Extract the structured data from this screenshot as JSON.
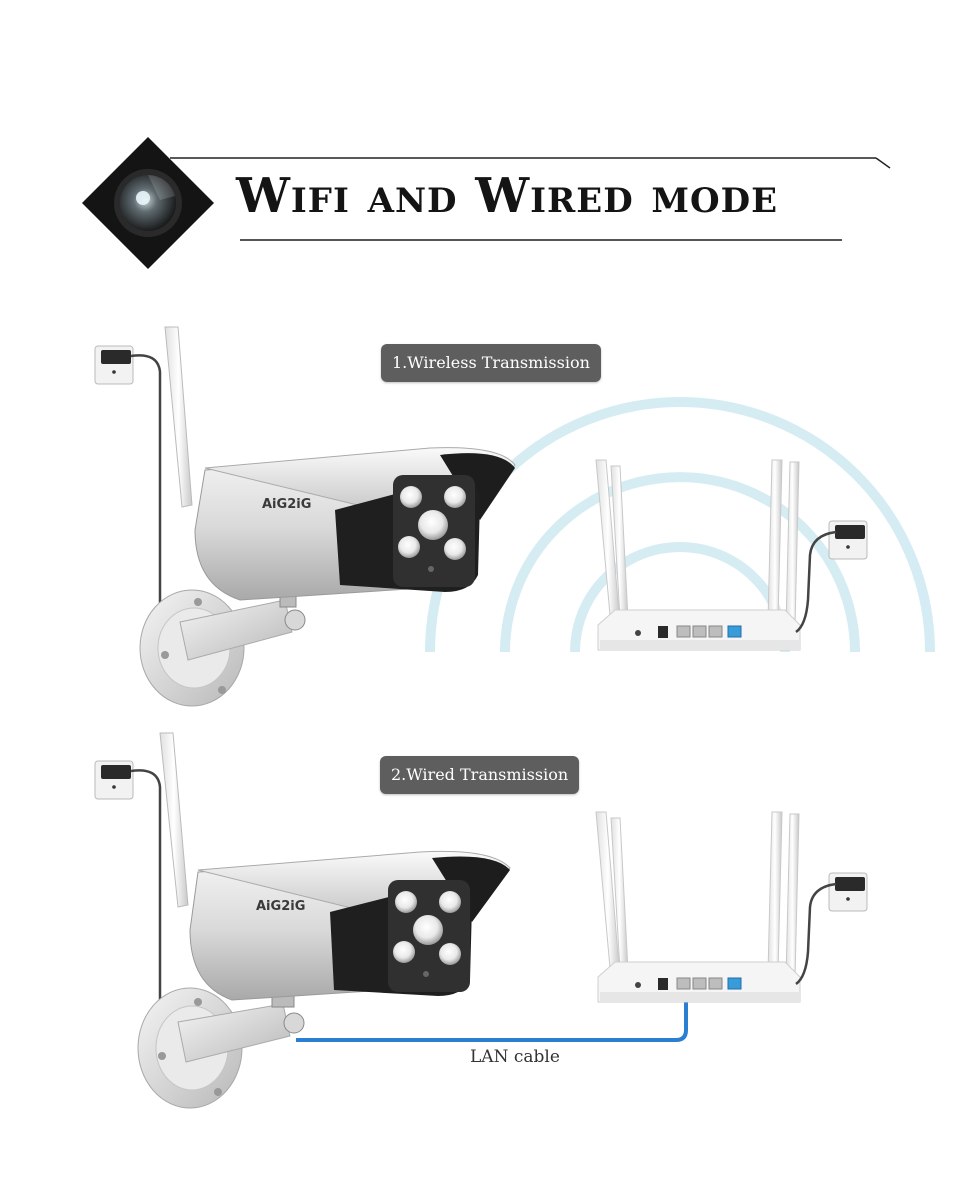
{
  "header": {
    "title": "Wifi and Wired mode",
    "icon": "camera-lens-icon"
  },
  "sections": [
    {
      "id": "wireless",
      "label": "1.Wireless Transmission",
      "camera_brand_label": "AiG2iG",
      "connection": "wifi-signal-arcs"
    },
    {
      "id": "wired",
      "label": "2.Wired Transmission",
      "camera_brand_label": "AiG2iG",
      "cable_label": "LAN cable"
    }
  ],
  "colors": {
    "pill_bg": "#5e5e5e",
    "wifi_arc": "#cfe9f2",
    "lan_cable": "#2a7fd0",
    "router_lan_port": "#3a9bd9"
  }
}
